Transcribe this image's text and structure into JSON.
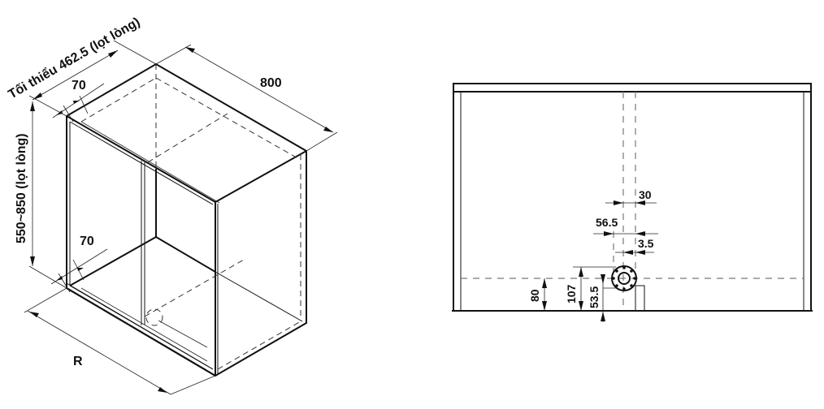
{
  "drawing": {
    "title": "Cabinet installation dimension drawing",
    "left_view": {
      "name": "isometric-cabinet-view",
      "dimensions": {
        "depth_label": "Tối thiểu 462.5 (lọt lòng)",
        "width_label": "800",
        "height_label": "550~850 (lọt lòng)",
        "top_inset_label": "70",
        "bottom_inset_label": "70",
        "front_label": "R"
      }
    },
    "right_view": {
      "name": "front-elevation-view",
      "dimensions": {
        "d30": "30",
        "d56_5": "56.5",
        "d3_5": "3.5",
        "d80": "80",
        "d107": "107",
        "d53_5": "53.5"
      }
    },
    "colors": {
      "line": "#111111",
      "hidden_line": "#777777",
      "background": "#ffffff"
    }
  }
}
